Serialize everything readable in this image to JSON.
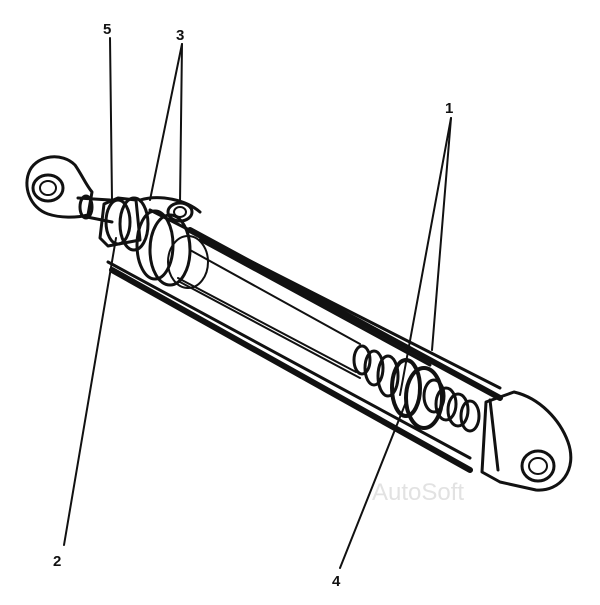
{
  "diagram": {
    "callouts": [
      {
        "id": "1",
        "label": "1"
      },
      {
        "id": "2",
        "label": "2"
      },
      {
        "id": "3",
        "label": "3"
      },
      {
        "id": "4",
        "label": "4"
      },
      {
        "id": "5",
        "label": "5"
      }
    ]
  },
  "watermark": "AutoSoft",
  "colors": {
    "ink": "#111111",
    "background": "#ffffff",
    "watermark": "#e2e2e2"
  }
}
